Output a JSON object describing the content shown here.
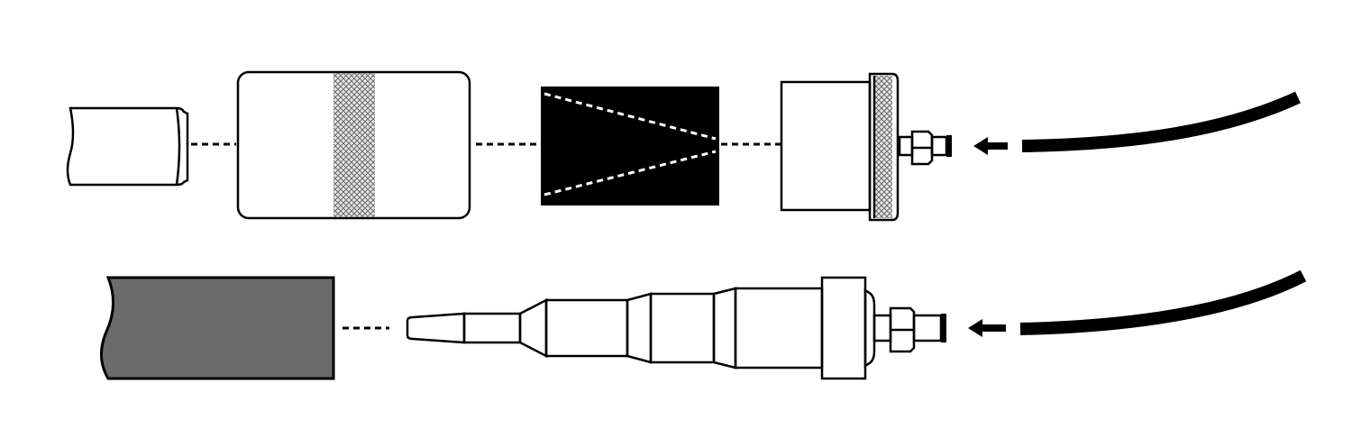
{
  "diagram": {
    "title": "",
    "colors": {
      "background": "#ffffff",
      "outline": "#000000",
      "part_fill": "#ffffff",
      "knurl_band": "#bdbdbd",
      "cone_block": "#000000",
      "gray_bar": "#6b6b6b",
      "hose": "#000000"
    },
    "rows": [
      {
        "id": "top-assembly",
        "parts": [
          "pipe-stub",
          "knurled-sleeve-cylinder",
          "cone-block",
          "threaded-fitting",
          "quick-connector",
          "flow-arrow-icon",
          "air-hose"
        ]
      },
      {
        "id": "bottom-assembly",
        "parts": [
          "gray-bar-stock",
          "stepped-nozzle-tool",
          "quick-connector",
          "flow-arrow-icon",
          "air-hose"
        ]
      }
    ]
  }
}
